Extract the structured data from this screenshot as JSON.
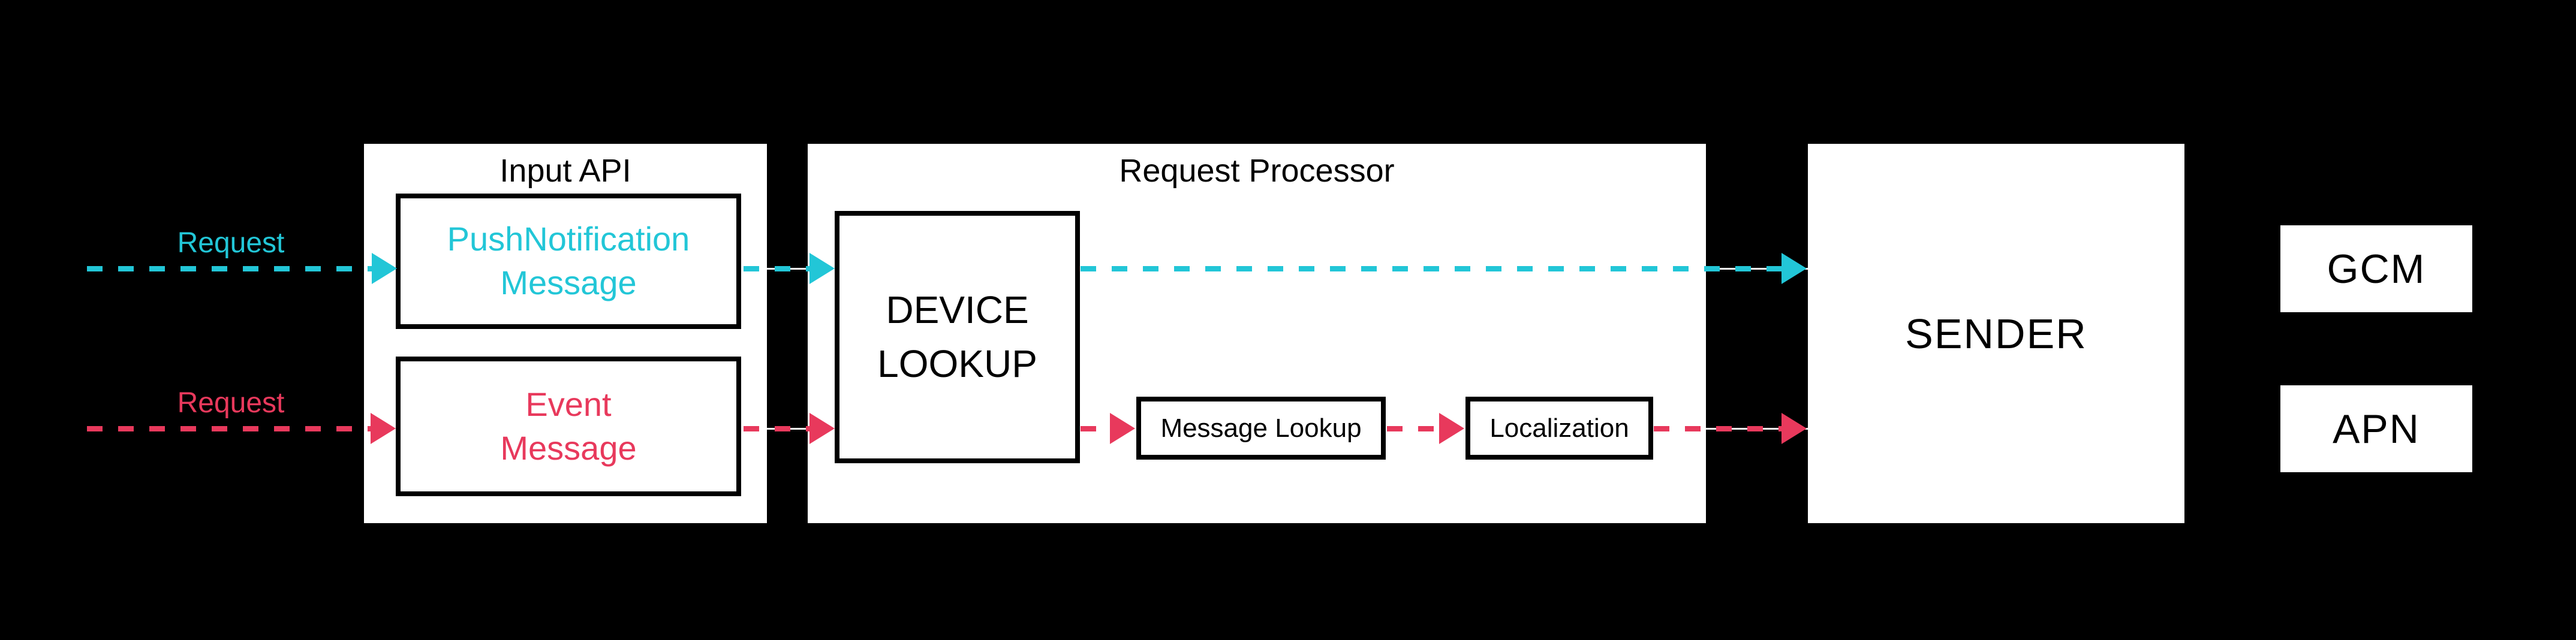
{
  "diagram": {
    "colors": {
      "background": "#000000",
      "panel_bg": "#FFFFFF",
      "text": "#000000",
      "cyan": "#22C6D7",
      "red": "#E8395C"
    },
    "panels": {
      "input_api": {
        "title": "Input API"
      },
      "request_processor": {
        "title": "Request Processor"
      },
      "sender": {
        "label": "SENDER"
      }
    },
    "nodes": {
      "push_notification": {
        "line1": "PushNotification",
        "line2": "Message"
      },
      "event_message": {
        "line1": "Event",
        "line2": "Message"
      },
      "device_lookup": {
        "line1": "DEVICE",
        "line2": "LOOKUP"
      },
      "message_lookup": {
        "label": "Message Lookup"
      },
      "localization": {
        "label": "Localization"
      },
      "gcm": {
        "label": "GCM"
      },
      "apn": {
        "label": "APN"
      }
    },
    "arrows": {
      "push_request": {
        "label": "Request",
        "color": "#22C6D7",
        "style": "dashed"
      },
      "event_request": {
        "label": "Request",
        "color": "#E8395C",
        "style": "dashed"
      }
    }
  }
}
